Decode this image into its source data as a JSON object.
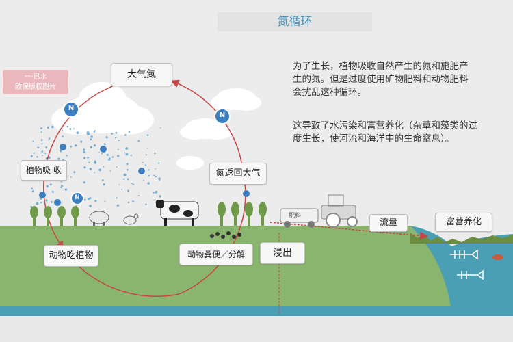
{
  "title": "氮循环",
  "watermark": {
    "line1": "一·已水",
    "line2": "欧保版权图片"
  },
  "paragraph_1": {
    "line1": "为了生长，植物吸收自然产生的氮和施肥产",
    "line2": "生的氮。但是过度使用矿物肥料和动物肥料",
    "line3": "会扰乱这种循环。"
  },
  "paragraph_2": {
    "line1": "这导致了水污染和富营养化（杂草和藻类的过",
    "line2": "度生长，使河流和海洋中的生命窒息）。"
  },
  "nodes": {
    "atmospheric_nitrogen": "大气氮",
    "plant_absorption": "植物吸 收",
    "nitrogen_return": "氮返回大气",
    "animals_eat_plants": "动物吃植物",
    "animal_manure": "动物粪便／分解",
    "leaching": "浸出",
    "runoff": "流量",
    "eutrophication": "富营养化"
  },
  "nitrogen_symbol": "N",
  "fertilizer_label": "肥料",
  "colors": {
    "cycle_arrow": "#c94545",
    "ground": "#8ab56f",
    "water": "#4a9fb5",
    "sky": "#ececec",
    "nitrogen_badge": "#3b7fc0",
    "title_text": "#4a8fb8"
  }
}
